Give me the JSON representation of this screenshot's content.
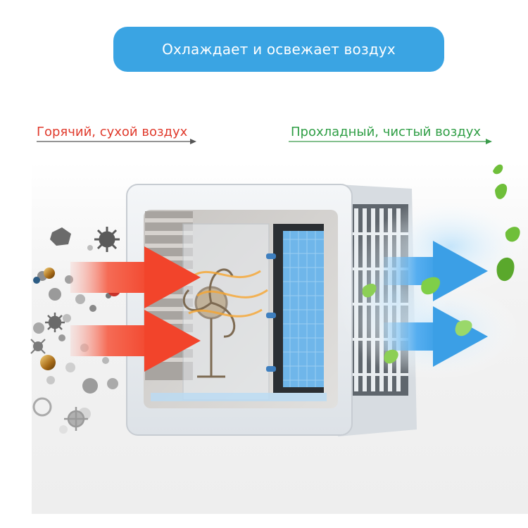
{
  "banner": {
    "text": "Охлаждает и освежает воздух",
    "color": "#3aa4e3"
  },
  "labels": {
    "hot": {
      "text": "Горячий, сухой воздух",
      "color": "#e03a2c"
    },
    "cold": {
      "text": "Прохладный, чистый воздух",
      "color": "#2f9e45"
    }
  },
  "colors": {
    "hot_arrow": "#f2442b",
    "cold_arrow": "#3b9fe6",
    "device_body": "#e7ebef",
    "filter_blue": "#6fb6ea",
    "leaf_green": "#6fbf3a"
  },
  "icons": {
    "hot_arrow": "arrow-right-icon",
    "cold_arrow": "arrow-right-icon",
    "particle": "dust-particle-icon",
    "leaf": "leaf-icon"
  }
}
